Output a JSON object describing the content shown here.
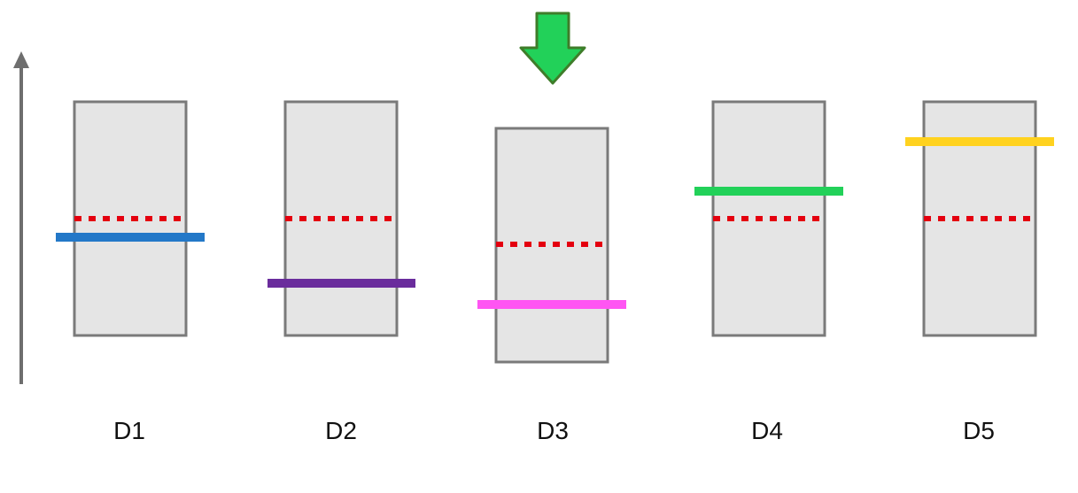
{
  "colors": {
    "box_fill": "#e5e5e5",
    "box_stroke": "#7a7a7a",
    "axis": "#6e6e6e",
    "reference_dotted": "#e4000f",
    "pointer_arrow_fill": "#22d159",
    "pointer_arrow_stroke": "#3f7d2a"
  },
  "pointer_arrow": {
    "target": "D3",
    "icon": "down-arrow-icon"
  },
  "columns": [
    {
      "label": "D1",
      "bar_color": "#2378c8"
    },
    {
      "label": "D2",
      "bar_color": "#6a2c9c"
    },
    {
      "label": "D3",
      "bar_color": "#ff55f3"
    },
    {
      "label": "D4",
      "bar_color": "#22d159"
    },
    {
      "label": "D5",
      "bar_color": "#ffd21f"
    }
  ]
}
